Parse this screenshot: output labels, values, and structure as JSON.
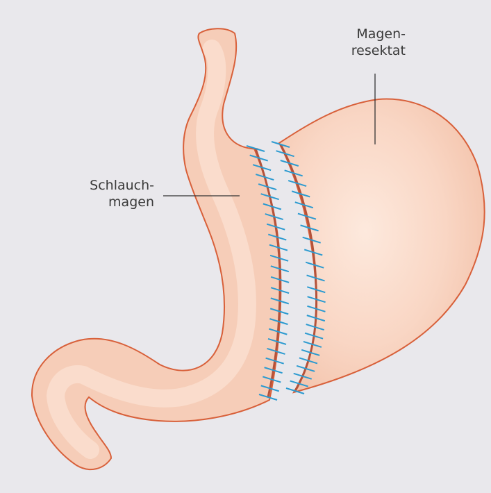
{
  "labels": {
    "resektat": {
      "line1": "Magen-",
      "line2": "resektat"
    },
    "schlauchmagen": {
      "line1": "Schlauch-",
      "line2": "magen"
    }
  },
  "colors": {
    "background": "#e9e8ec",
    "tissue_fill": "#f6cdb8",
    "tissue_highlight": "#fde9dd",
    "tissue_outline": "#d8603a",
    "staples": "#2b9ad0",
    "leader_line": "#333333"
  },
  "icons": {
    "sleeve_stomach": "sleeve-stomach-shape",
    "resected_stomach": "resected-stomach-shape",
    "staple_line": "staple-marks"
  }
}
